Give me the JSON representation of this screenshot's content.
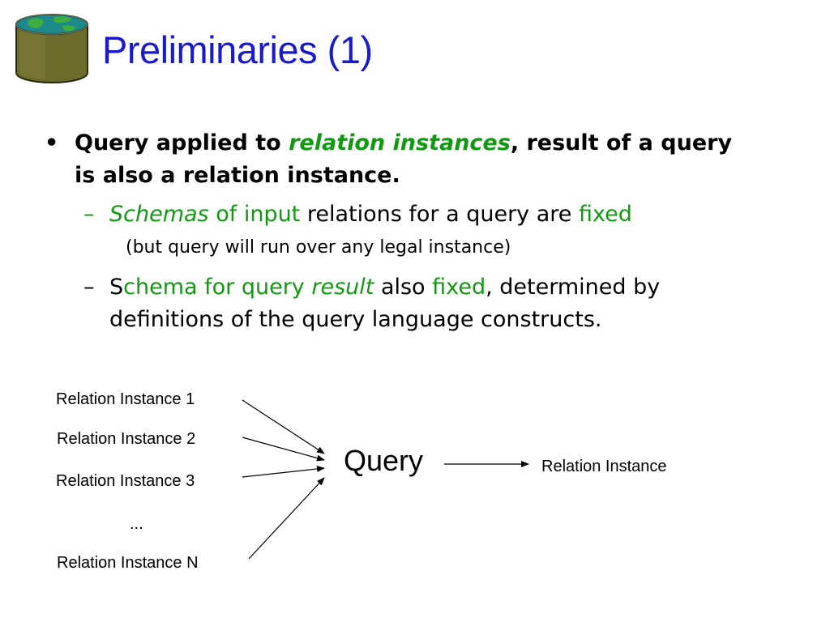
{
  "slide": {
    "title": "Preliminaries (1)",
    "logo_icon": "database-globe-icon"
  },
  "bullet": {
    "marker": "•",
    "part1": "Query applied to ",
    "part2": "relation instances",
    "part3": ", result of a query is also a relation instance."
  },
  "sub1": {
    "marker": "–",
    "w1": "Schemas",
    "w2": " of input",
    "w3": " relations for a query are ",
    "w4": "fixed",
    "note": "(but query will run over any legal instance)"
  },
  "sub2": {
    "marker": "–",
    "w1": "S",
    "w2": "chema for query ",
    "w3": "result",
    "w4": " also ",
    "w5": "fixed",
    "w6": ", determined by definitions of the query language constructs."
  },
  "diagram": {
    "inputs": [
      "Relation Instance 1",
      "Relation Instance 2",
      "Relation Instance 3",
      "...",
      "Relation Instance N"
    ],
    "query": "Query",
    "output": "Relation Instance"
  },
  "colors": {
    "title": "#1a1acc",
    "highlight": "#119911"
  }
}
